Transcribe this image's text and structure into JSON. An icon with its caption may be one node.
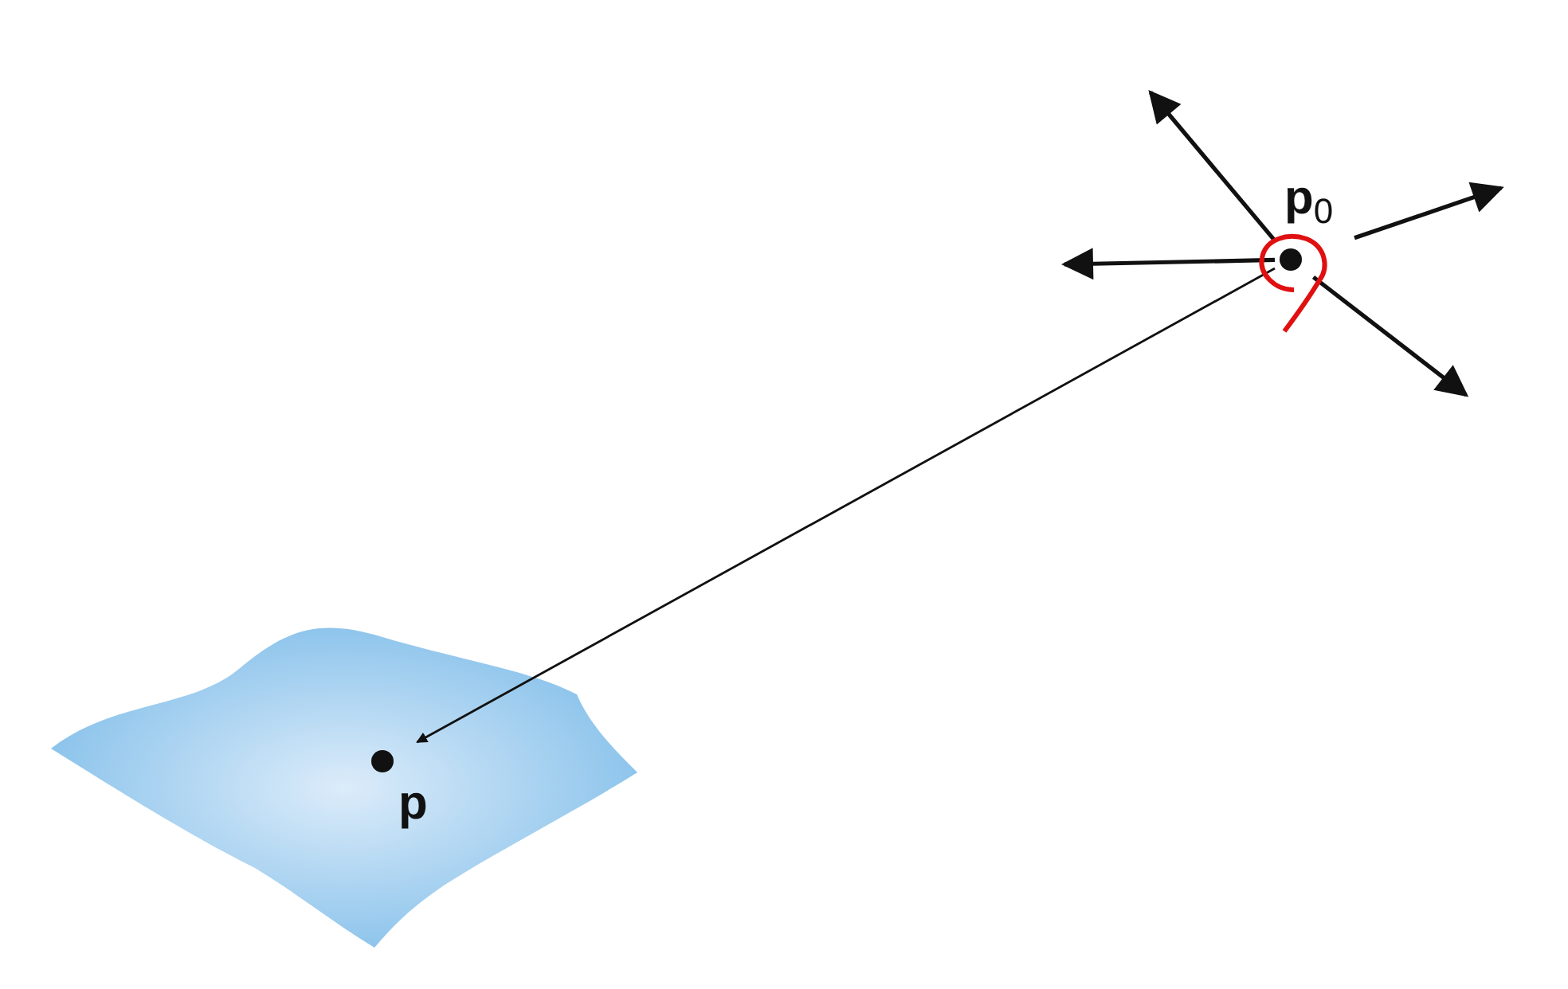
{
  "diagram": {
    "nodes": [
      {
        "text": [
          "**p**$_{0}$"
        ]
      },
      {
        "text": [
          "p"
        ]
      }
    ],
    "edges": [
      {
        "from": 0,
        "to": 1,
        "arrow": "to"
      },
      {
        "from": 0,
        "to": null,
        "arrow": "to"
      },
      {
        "from": 0,
        "to": null,
        "arrow": "to"
      },
      {
        "from": 0,
        "to": null,
        "arrow": "to"
      },
      {
        "from": 0,
        "to": null,
        "arrow": "to"
      }
    ]
  }
}
